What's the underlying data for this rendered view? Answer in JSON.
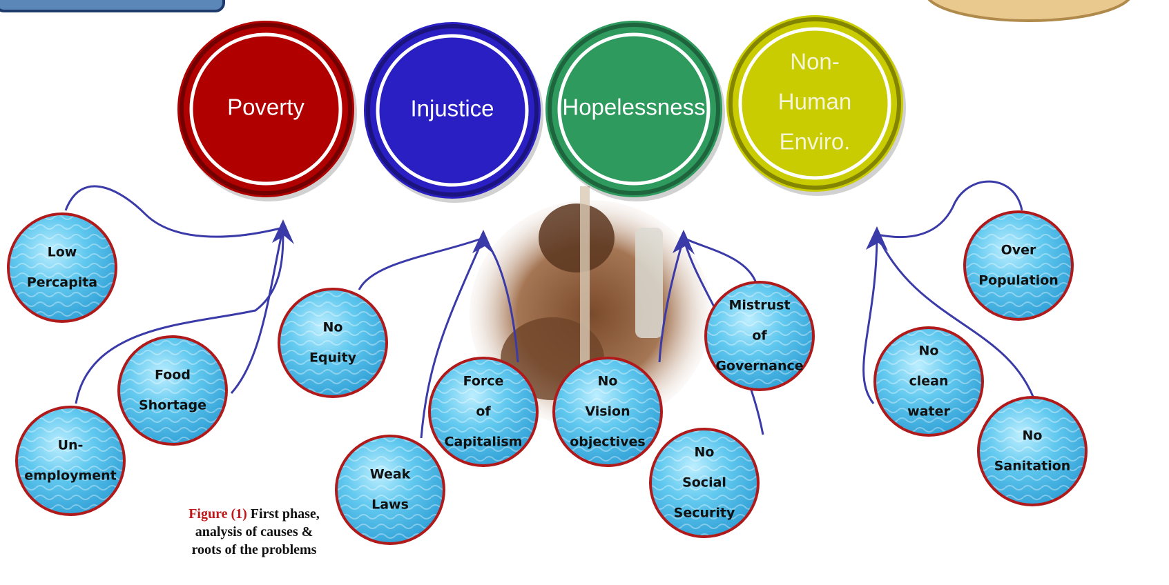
{
  "colors": {
    "poverty": "#b10000",
    "injustice": "#2a1fc2",
    "hopelessness": "#2e9a5e",
    "non_human": "#c9cc00",
    "connector": "#3a3aa8",
    "sub_circle_border": "#b11a1a",
    "sub_circle_fill": "#5ac8ee"
  },
  "main_circles": [
    {
      "key": "poverty",
      "lines": [
        "Poverty"
      ]
    },
    {
      "key": "injustice",
      "lines": [
        "Injustice"
      ]
    },
    {
      "key": "hopelessness",
      "lines": [
        "Hopelessness"
      ]
    },
    {
      "key": "non_human",
      "lines": [
        "Non-",
        "Human",
        "Enviro."
      ]
    }
  ],
  "sub_circles": [
    {
      "key": "low-percapita",
      "lines": [
        "Low",
        "Percapita"
      ]
    },
    {
      "key": "food-shortage",
      "lines": [
        "Food",
        "Shortage"
      ]
    },
    {
      "key": "unemployment",
      "lines": [
        "Un-",
        "employment"
      ]
    },
    {
      "key": "no-equity",
      "lines": [
        "No",
        "Equity"
      ]
    },
    {
      "key": "weak-laws",
      "lines": [
        "Weak",
        "Laws"
      ]
    },
    {
      "key": "force-of-capitalism",
      "lines": [
        "Force",
        "of",
        "Capitalism"
      ]
    },
    {
      "key": "no-vision-objectives",
      "lines": [
        "No",
        "Vision",
        "objectives"
      ]
    },
    {
      "key": "mistrust-of-governance",
      "lines": [
        "Mistrust",
        "of",
        "Governance"
      ]
    },
    {
      "key": "no-social-security",
      "lines": [
        "No",
        "Social",
        "Security"
      ]
    },
    {
      "key": "over-population",
      "lines": [
        "Over",
        "Population"
      ]
    },
    {
      "key": "no-clean-water",
      "lines": [
        "No",
        "clean",
        "water"
      ]
    },
    {
      "key": "no-sanitation",
      "lines": [
        "No",
        "Sanitation"
      ]
    }
  ],
  "caption": {
    "figure_ref": "Figure (1)",
    "text_line1": "First phase,",
    "text_line2": "analysis of causes &",
    "text_line3": "roots of the problems"
  }
}
